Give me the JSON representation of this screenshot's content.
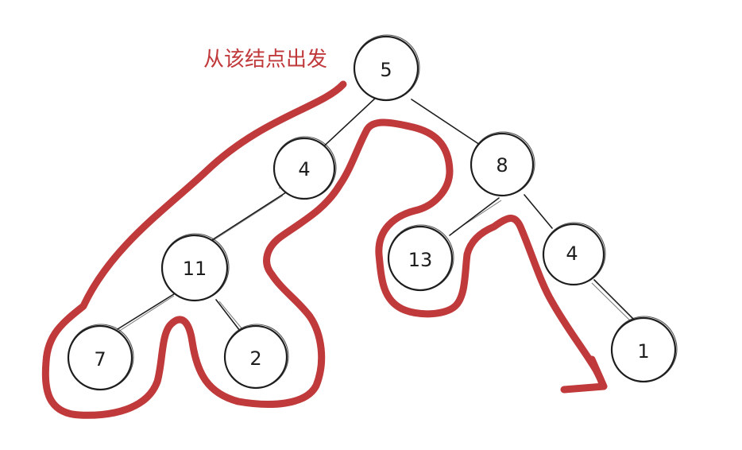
{
  "annotation": {
    "text": "从该结点出发"
  },
  "colors": {
    "node_stroke": "#1e1e1e",
    "path": "#c0393b",
    "background": "#ffffff"
  },
  "tree": {
    "nodes": [
      {
        "id": "root",
        "label": "5"
      },
      {
        "id": "left",
        "label": "4"
      },
      {
        "id": "right",
        "label": "8"
      },
      {
        "id": "left-left",
        "label": "11"
      },
      {
        "id": "right-left",
        "label": "13"
      },
      {
        "id": "right-right",
        "label": "4"
      },
      {
        "id": "left-left-left",
        "label": "7"
      },
      {
        "id": "left-left-right",
        "label": "2"
      },
      {
        "id": "right-right-right",
        "label": "1"
      }
    ],
    "edges": [
      [
        "root",
        "left"
      ],
      [
        "root",
        "right"
      ],
      [
        "left",
        "left-left"
      ],
      [
        "left-left",
        "left-left-left"
      ],
      [
        "left-left",
        "left-left-right"
      ],
      [
        "right",
        "right-left"
      ],
      [
        "right",
        "right-right"
      ],
      [
        "right-right",
        "right-right-right"
      ]
    ]
  }
}
